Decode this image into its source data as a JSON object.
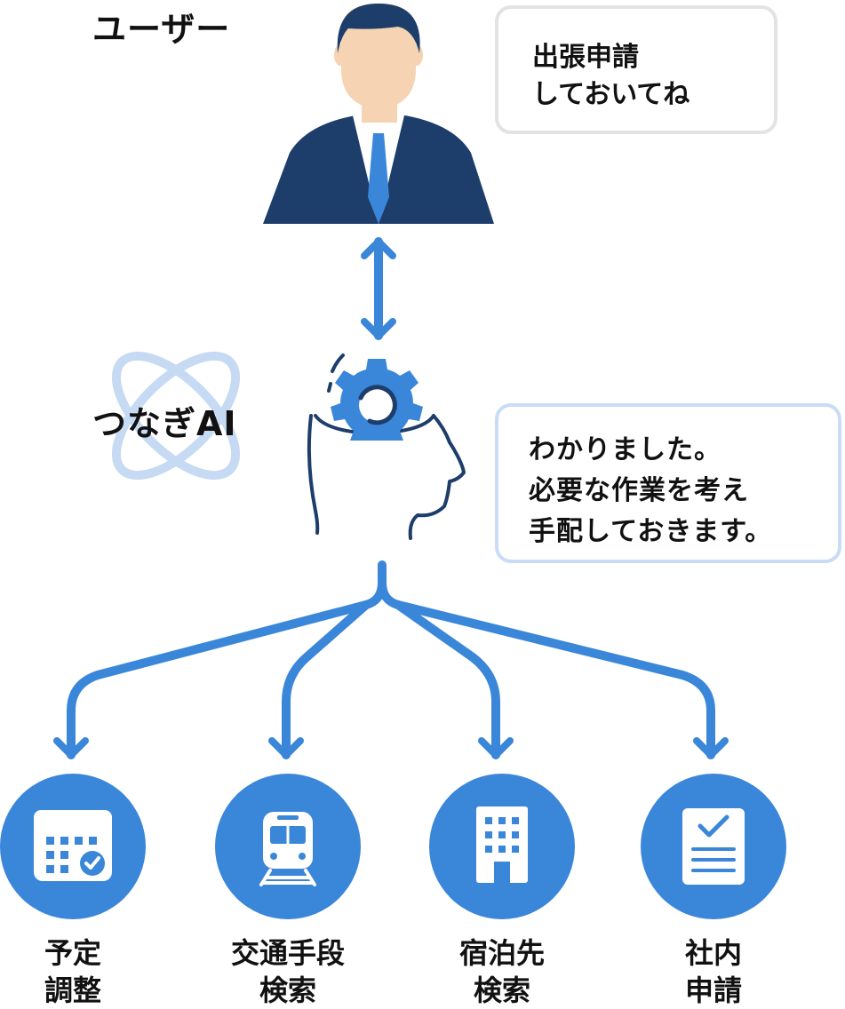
{
  "user": {
    "label": "ユーザー",
    "message_lines": [
      "出張申請",
      "しておいてね"
    ]
  },
  "ai": {
    "label": "つなぎAI",
    "message_lines": [
      "わかりました。",
      "必要な作業を考え",
      "手配しておきます。"
    ]
  },
  "tasks": [
    {
      "icon": "calendar-check-icon",
      "label_lines": [
        "予定",
        "調整"
      ]
    },
    {
      "icon": "train-icon",
      "label_lines": [
        "交通手段",
        "検索"
      ]
    },
    {
      "icon": "hotel-building-icon",
      "label_lines": [
        "宿泊先",
        "検索"
      ]
    },
    {
      "icon": "checklist-document-icon",
      "label_lines": [
        "社内",
        "申請"
      ]
    }
  ],
  "colors": {
    "accent_blue": "#3a86d9",
    "navy": "#1d3d6b",
    "skin": "#f6d3b3",
    "atom_light": "#c6daf3",
    "user_bubble_border": "#e3e3e3",
    "ai_bubble_border": "#c9dcf4"
  }
}
